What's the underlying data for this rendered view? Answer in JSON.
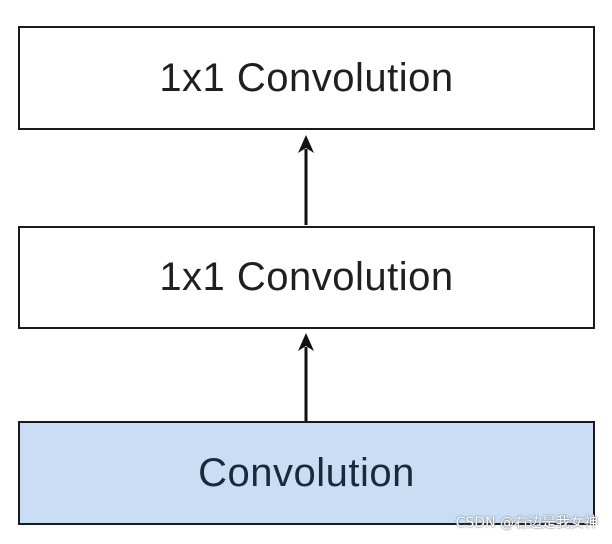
{
  "diagram": {
    "top_box_label": "1x1 Convolution",
    "middle_box_label": "1x1 Convolution",
    "bottom_box_label": "Convolution"
  },
  "watermark": "CSDN @右边是我女神",
  "colors": {
    "box_border": "#1a1a1a",
    "highlight_fill": "#c9def5",
    "arrow": "#111111"
  }
}
